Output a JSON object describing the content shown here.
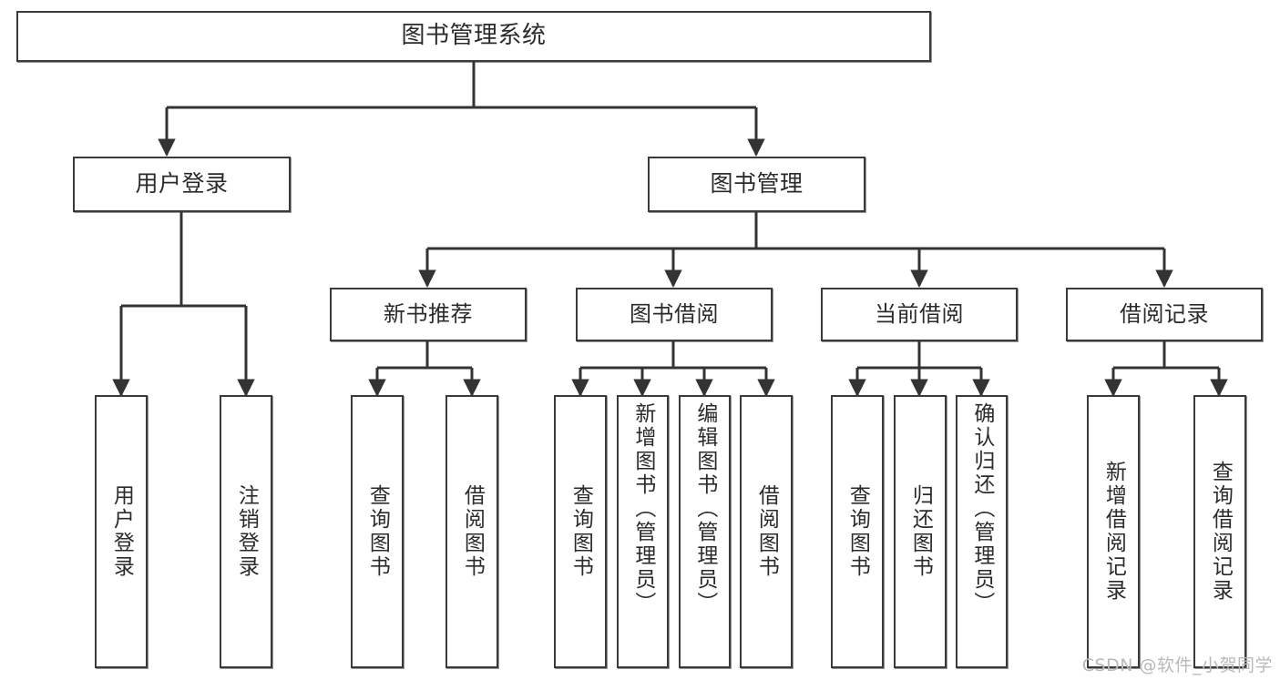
{
  "diagram": {
    "title": "图书管理系统",
    "type": "tree",
    "watermark": "CSDN @软件_小贺同学",
    "colors": {
      "box_border": "#3a3a3a",
      "box_fill": "#ffffff",
      "edge": "#333333",
      "text": "#2b2b2b",
      "watermark": "#b9b9b9"
    },
    "root": {
      "id": "root",
      "label": "图书管理系统"
    },
    "level1": [
      {
        "id": "user-login",
        "label": "用户登录"
      },
      {
        "id": "book-manage",
        "label": "图书管理"
      }
    ],
    "level2": [
      {
        "id": "new-book-rec",
        "label": "新书推荐",
        "parent": "book-manage"
      },
      {
        "id": "book-borrow",
        "label": "图书借阅",
        "parent": "book-manage"
      },
      {
        "id": "current-borrow",
        "label": "当前借阅",
        "parent": "book-manage"
      },
      {
        "id": "borrow-record",
        "label": "借阅记录",
        "parent": "book-manage"
      }
    ],
    "leaves": [
      {
        "id": "leaf-user-login",
        "label": "用户登录",
        "parent": "user-login"
      },
      {
        "id": "leaf-logout",
        "label": "注销登录",
        "parent": "user-login"
      },
      {
        "id": "leaf-query-book-1",
        "label": "查询图书",
        "parent": "new-book-rec"
      },
      {
        "id": "leaf-borrow-book-1",
        "label": "借阅图书",
        "parent": "new-book-rec"
      },
      {
        "id": "leaf-query-book-2",
        "label": "查询图书",
        "parent": "book-borrow"
      },
      {
        "id": "leaf-add-book",
        "label": "新增图书（管理员）",
        "parent": "book-borrow"
      },
      {
        "id": "leaf-edit-book",
        "label": "编辑图书（管理员）",
        "parent": "book-borrow"
      },
      {
        "id": "leaf-borrow-book-2",
        "label": "借阅图书",
        "parent": "book-borrow"
      },
      {
        "id": "leaf-query-book-3",
        "label": "查询图书",
        "parent": "current-borrow"
      },
      {
        "id": "leaf-return-book",
        "label": "归还图书",
        "parent": "current-borrow"
      },
      {
        "id": "leaf-confirm-return",
        "label": "确认归还（管理员）",
        "parent": "current-borrow"
      },
      {
        "id": "leaf-add-record",
        "label": "新增借阅记录",
        "parent": "borrow-record"
      },
      {
        "id": "leaf-query-record",
        "label": "查询借阅记录",
        "parent": "borrow-record"
      }
    ]
  }
}
